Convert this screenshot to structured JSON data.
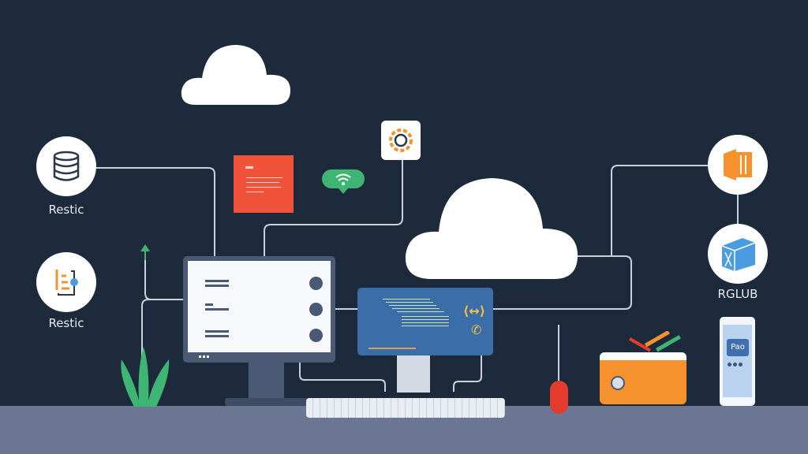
{
  "nodes": [
    {
      "label": "Restic",
      "icon": "database-icon"
    },
    {
      "label": "Restic",
      "icon": "document-list-icon"
    },
    {
      "label": "",
      "icon": "orange-door-icon"
    },
    {
      "label": "RGLUB",
      "icon": "cube-icon"
    }
  ],
  "phone": {
    "button_label": "Pao"
  },
  "colors": {
    "background": "#1d2a3b",
    "floor": "#6a7692",
    "note": "#f0533a",
    "code_screen": "#3b6ea8",
    "accent_orange": "#f5922e",
    "accent_green": "#3fb574",
    "accent_blue": "#4a9be0"
  }
}
